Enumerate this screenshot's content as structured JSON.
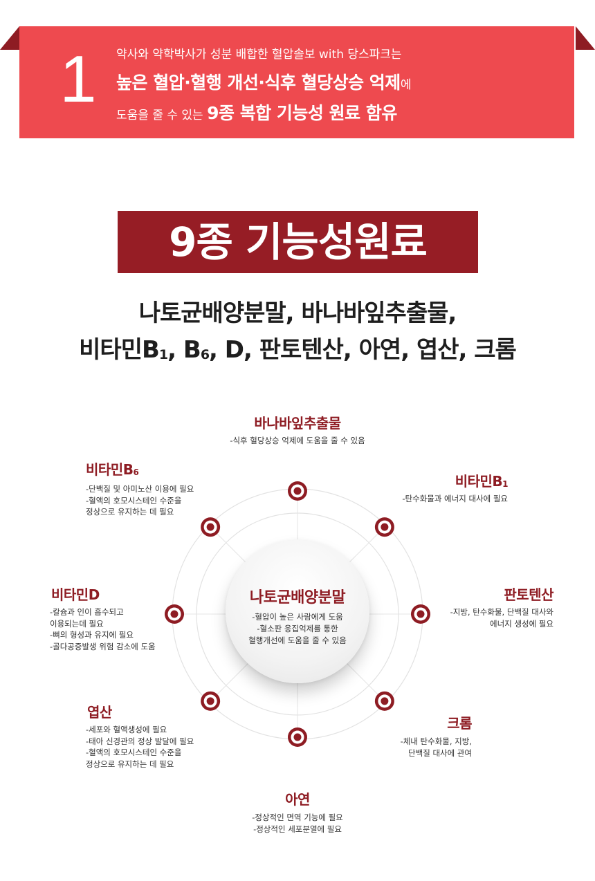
{
  "banner": {
    "number": "1",
    "line1": "약사와 약학박사가 성분 배합한 혈압솔보 with 당스파크는",
    "line2_bold": "높은 혈압·혈행 개선·식후 혈당상승 억제",
    "line2_suffix": "에",
    "line3_prefix": "도움을 줄 수 있는 ",
    "line3_bold": "9종 복합 기능성 원료 함유"
  },
  "title": "9종 기능성원료",
  "ingredients": {
    "line1": "나토균배양분말, 바나바잎추출물,",
    "line2_a": "비타민B",
    "line2_a_sub": "1",
    "line2_b": ", B",
    "line2_b_sub": "6",
    "line2_c": ", D, 판토텐산, 아연, 엽산, 크롬"
  },
  "center": {
    "title": "나토균배양분말",
    "desc": [
      "-혈압이 높은 사람에게 도움",
      "-혈소판 응집억제를 통한",
      "혈행개선에 도움을 줄 수 있음"
    ]
  },
  "nutrients": [
    {
      "key": "banaba",
      "title": "바나바잎추출물",
      "sub": "",
      "desc": [
        "-식후 혈당상승 억제에 도움을 줄 수 있음"
      ]
    },
    {
      "key": "b1",
      "title": "비타민B",
      "sub": "1",
      "desc": [
        "-탄수화물과 에너지 대사에 필요"
      ]
    },
    {
      "key": "panto",
      "title": "판토텐산",
      "sub": "",
      "desc": [
        "-지방, 탄수화물, 단백질 대사와",
        "에너지 생성에 필요"
      ]
    },
    {
      "key": "chrome",
      "title": "크롬",
      "sub": "",
      "desc": [
        "-체내 탄수화물, 지방,",
        "단백질 대사에 관여"
      ]
    },
    {
      "key": "zinc",
      "title": "아연",
      "sub": "",
      "desc": [
        "-정상적인 면역 기능에 필요",
        "-정상적인 세포분열에 필요"
      ]
    },
    {
      "key": "folate",
      "title": "엽산",
      "sub": "",
      "desc": [
        "-세포와 혈액생성에 필요",
        "-태아 신경관의 정상 발달에 필요",
        "-혈액의 호모시스테인 수준을",
        "정상으로 유지하는 데 필요"
      ]
    },
    {
      "key": "vd",
      "title": "비타민D",
      "sub": "",
      "desc": [
        "-칼슘과 인이 흡수되고",
        "이용되는데 필요",
        "-뼈의 형성과 유지에 필요",
        "-골다공증발생 위험 감소에 도움"
      ]
    },
    {
      "key": "b6",
      "title": "비타민B",
      "sub": "6",
      "desc": [
        "-단백질 및 아미노산 이용에 필요",
        "-혈액의 호모시스테인 수준을",
        "정상으로 유지하는 데 필요"
      ]
    }
  ],
  "colors": {
    "ribbon": "#ee4a4f",
    "ribbon_fold": "#8e1c23",
    "title_box": "#961d25",
    "accent": "#8e1c23",
    "marker": "#8e1c23"
  }
}
